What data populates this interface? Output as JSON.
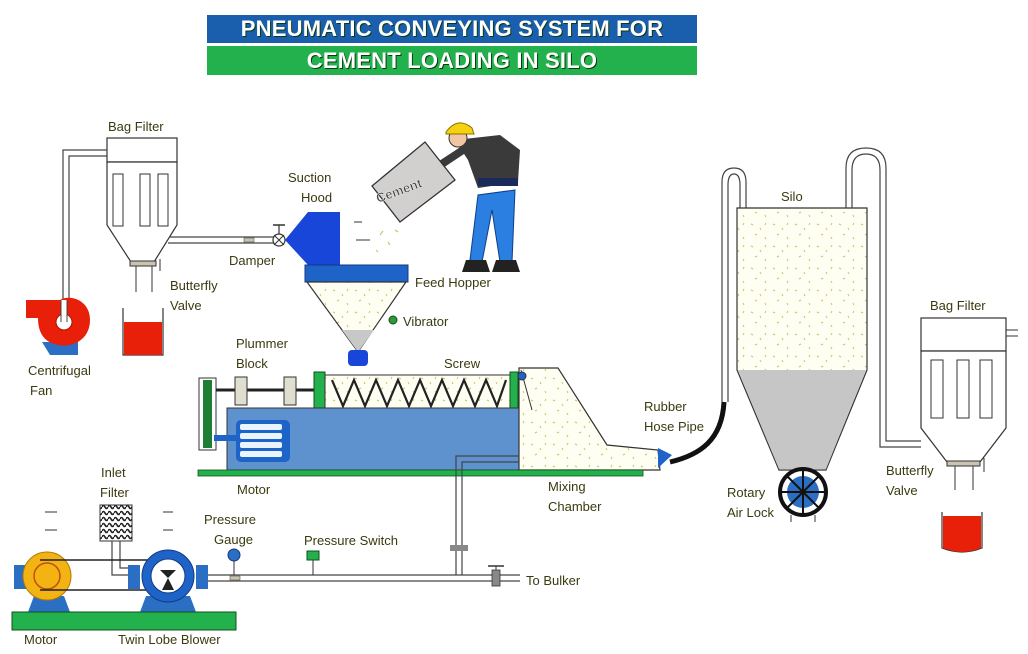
{
  "title": {
    "line1": "PNEUMATIC CONVEYING SYSTEM FOR",
    "line2": "CEMENT LOADING IN SILO"
  },
  "colors": {
    "title_top_bg": "#1a5fae",
    "title_bottom_bg": "#22b14c",
    "label_text": "#2f2f0a",
    "equipment_blue": "#1846d8",
    "fan_red": "#e8200a",
    "base_green": "#22b14c",
    "motor_yellow": "#f3b313",
    "cement_gray": "#c8c8c8"
  },
  "labels": {
    "bag_filter_left": "Bag Filter",
    "suction_hood_1": "Suction",
    "suction_hood_2": "Hood",
    "damper": "Damper",
    "butterfly_valve_left_1": "Butterfly",
    "butterfly_valve_left_2": "Valve",
    "centrifugal_fan_1": "Centrifugal",
    "centrifugal_fan_2": "Fan",
    "feed_hopper": "Feed Hopper",
    "vibrator": "Vibrator",
    "plummer_block_1": "Plummer",
    "plummer_block_2": "Block",
    "screw": "Screw",
    "motor_screw": "Motor",
    "mixing_chamber_1": "Mixing",
    "mixing_chamber_2": "Chamber",
    "rubber_hose_1": "Rubber",
    "rubber_hose_2": "Hose Pipe",
    "silo": "Silo",
    "rotary_air_lock_1": "Rotary",
    "rotary_air_lock_2": "Air Lock",
    "bag_filter_right": "Bag Filter",
    "butterfly_valve_right_1": "Butterfly",
    "butterfly_valve_right_2": "Valve",
    "inlet_filter_1": "Inlet",
    "inlet_filter_2": "Filter",
    "pressure_gauge_1": "Pressure",
    "pressure_gauge_2": "Gauge",
    "pressure_switch": "Pressure Switch",
    "to_bulker": "To Bulker",
    "motor_blower": "Motor",
    "twin_lobe_blower": "Twin Lobe Blower",
    "cement_bag": "Cement"
  },
  "icons": {
    "worker": "worker-with-cement-bag",
    "fan": "centrifugal-fan",
    "blower": "twin-lobe-blower",
    "airlock": "rotary-air-lock-wheel"
  }
}
